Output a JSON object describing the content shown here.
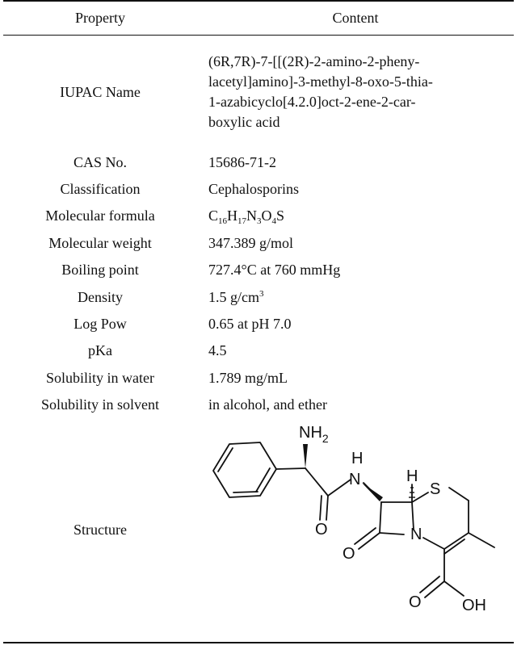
{
  "table": {
    "headers": [
      "Property",
      "Content"
    ],
    "rows": {
      "iupac": {
        "label": "IUPAC Name",
        "lines": [
          "(6R,7R)-7-[[(2R)-2-amino-2-pheny-",
          "lacetyl]amino]-3-methyl-8-oxo-5-thia-",
          "1-azabicyclo[4.2.0]oct-2-ene-2-car-",
          "boxylic acid"
        ]
      },
      "cas": {
        "label": "CAS No.",
        "value": "15686-71-2"
      },
      "classification": {
        "label": "Classification",
        "value": "Cephalosporins"
      },
      "formula": {
        "label": "Molecular formula",
        "parts": [
          {
            "t": "C"
          },
          {
            "s": "16"
          },
          {
            "t": "H"
          },
          {
            "s": "17"
          },
          {
            "t": "N"
          },
          {
            "s": "3"
          },
          {
            "t": "O"
          },
          {
            "s": "4"
          },
          {
            "t": "S"
          }
        ]
      },
      "weight": {
        "label": "Molecular weight",
        "value": "347.389 g/mol"
      },
      "boiling": {
        "label": "Boiling point",
        "value": "727.4°C at 760 mmHg"
      },
      "density": {
        "label": "Density",
        "value": "1.5 g/cm",
        "sup": "3"
      },
      "logpow": {
        "label": "Log Pow",
        "value": "0.65 at pH 7.0"
      },
      "pka": {
        "label": "pKa",
        "value": "4.5"
      },
      "sol_water": {
        "label": "Solubility in water",
        "value": "1.789 mg/mL"
      },
      "sol_solvent": {
        "label": "Solubility in solvent",
        "value": "in alcohol, and ether"
      },
      "structure": {
        "label": "Structure",
        "atoms": {
          "nh2": "NH",
          "nh2_sub": "2",
          "nh_h": "H",
          "nh_n": "N",
          "h": "H",
          "s": "S",
          "n": "N",
          "o1": "O",
          "o2": "O",
          "o3": "O",
          "oh": "OH"
        }
      }
    }
  }
}
